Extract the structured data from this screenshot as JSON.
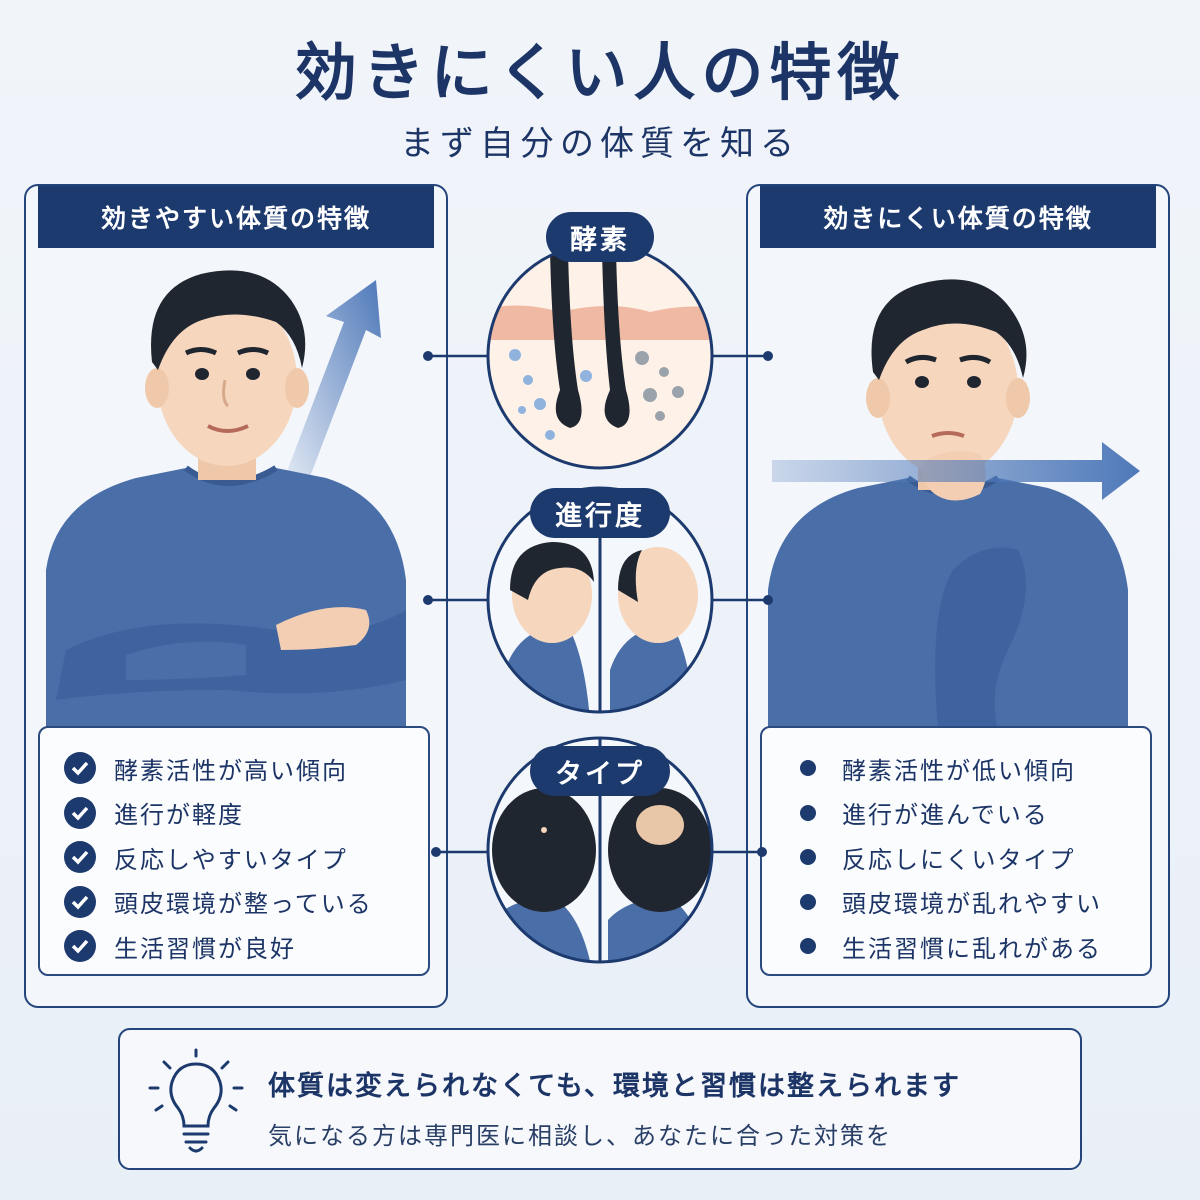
{
  "title": "効きにくい人の特徴",
  "subtitle": "まず自分の体質を知る",
  "left_panel": {
    "header": "効きやすい体質の特徴",
    "items": [
      "酵素活性が高い傾向",
      "進行が軽度",
      "反応しやすいタイプ",
      "頭皮環境が整っている",
      "生活習慣が良好"
    ]
  },
  "right_panel": {
    "header": "効きにくい体質の特徴",
    "items": [
      "酵素活性が低い傾向",
      "進行が進んでいる",
      "反応しにくいタイプ",
      "頭皮環境が乱れやすい",
      "生活習慣に乱れがある"
    ]
  },
  "center": {
    "labels": [
      "酵素",
      "進行度",
      "タイプ"
    ]
  },
  "footer": {
    "main": "体質は変えられなくても、環境と習慣は整えられます",
    "sub": "気になる方は専門医に相談し、あなたに合った対策を"
  },
  "colors": {
    "navy": "#1d3a6f",
    "shirt": "#4a6ea8",
    "skin": "#f6d6bd",
    "hair": "#202630",
    "arrow": "#4f79b9"
  },
  "icons": [
    "check-icon",
    "bullet-icon",
    "arrow-up-right-icon",
    "arrow-right-icon",
    "lightbulb-icon"
  ]
}
